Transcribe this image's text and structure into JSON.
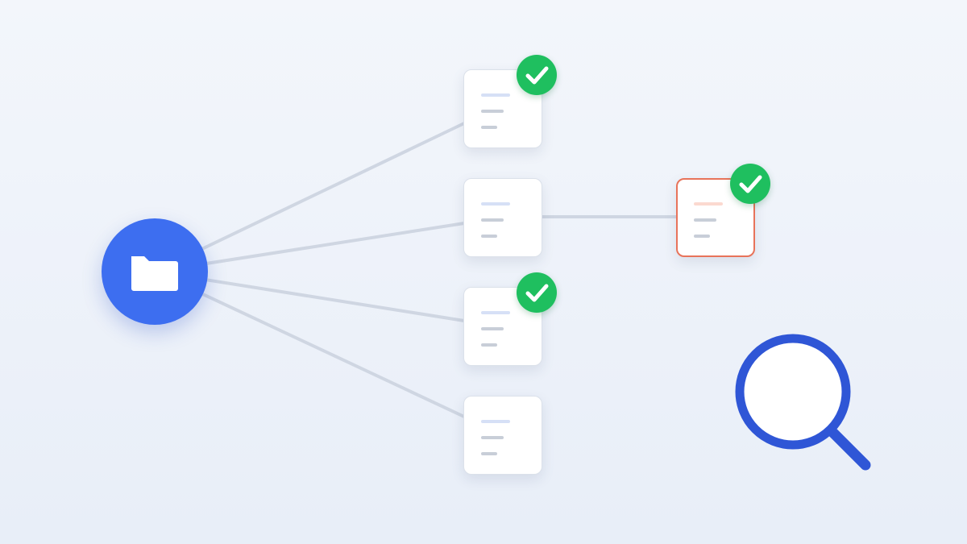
{
  "diagram": {
    "root": {
      "icon": "folder-icon",
      "color": "#3d6ef0"
    },
    "documents": [
      {
        "id": "doc-1",
        "icon": "document-icon",
        "verified": true
      },
      {
        "id": "doc-2",
        "icon": "document-icon",
        "verified": false
      },
      {
        "id": "doc-3",
        "icon": "document-icon",
        "verified": true
      },
      {
        "id": "doc-4",
        "icon": "document-icon",
        "verified": false
      }
    ],
    "linked_document": {
      "id": "doc-2-child",
      "icon": "document-icon",
      "verified": true,
      "highlight_color": "#e8735a"
    },
    "search_icon": {
      "icon": "magnifier-icon",
      "color": "#2f56d6"
    },
    "colors": {
      "connector": "#cfd6e2",
      "check": "#1fbf5f",
      "background": "#eef2f8"
    }
  }
}
